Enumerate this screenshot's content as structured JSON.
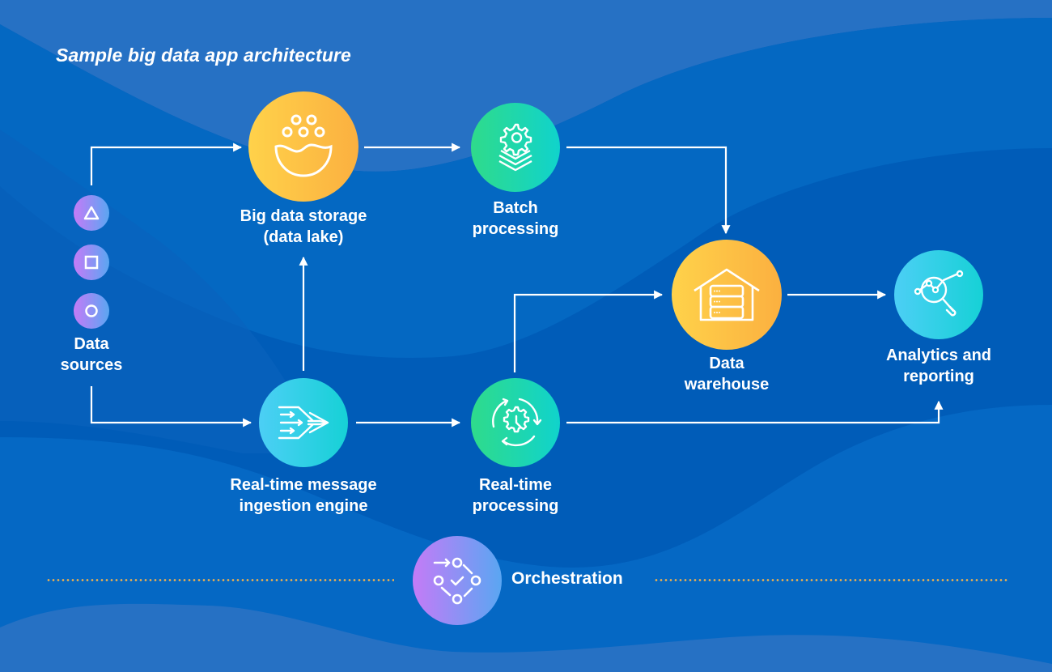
{
  "title": "Sample big data app architecture",
  "colors": {
    "background": "#0566c3",
    "wave_light": "#2671c4",
    "wave_dark": "#005cb8",
    "connector": "#ffffff",
    "dotted_line": "#f6b34c",
    "orange_gradient": [
      "#ffd24a",
      "#fbb040"
    ],
    "green_gradient": [
      "#2fdb8b",
      "#10d3cc"
    ],
    "cyan_gradient": [
      "#4ccff5",
      "#16d1d6"
    ],
    "purple_gradient": [
      "#c47bf7",
      "#5aa6f2"
    ]
  },
  "data_sources": {
    "label_line1": "Data",
    "label_line2": "sources",
    "icons": [
      "triangle-icon",
      "square-icon",
      "circle-icon"
    ]
  },
  "nodes": {
    "storage": {
      "label_line1": "Big data storage",
      "label_line2": "(data lake)",
      "icon": "data-lake-icon"
    },
    "batch": {
      "label_line1": "Batch",
      "label_line2": "processing",
      "icon": "batch-gear-layers-icon"
    },
    "ingestion": {
      "label_line1": "Real-time message",
      "label_line2": "ingestion engine",
      "icon": "ingestion-arrows-icon"
    },
    "realtime": {
      "label_line1": "Real-time",
      "label_line2": "processing",
      "icon": "realtime-gear-clock-icon"
    },
    "warehouse": {
      "label_line1": "Data",
      "label_line2": "warehouse",
      "icon": "warehouse-icon"
    },
    "analytics": {
      "label_line1": "Analytics and",
      "label_line2": "reporting",
      "icon": "analytics-magnifier-icon"
    },
    "orchestration": {
      "label": "Orchestration",
      "icon": "orchestration-workflow-icon"
    }
  },
  "edges": [
    {
      "from": "Data sources",
      "to": "Big data storage (data lake)"
    },
    {
      "from": "Data sources",
      "to": "Real-time message ingestion engine"
    },
    {
      "from": "Big data storage (data lake)",
      "to": "Batch processing"
    },
    {
      "from": "Batch processing",
      "to": "Data warehouse"
    },
    {
      "from": "Real-time message ingestion engine",
      "to": "Big data storage (data lake)"
    },
    {
      "from": "Real-time message ingestion engine",
      "to": "Real-time processing"
    },
    {
      "from": "Real-time processing",
      "to": "Data warehouse"
    },
    {
      "from": "Real-time processing",
      "to": "Analytics and reporting"
    },
    {
      "from": "Data warehouse",
      "to": "Analytics and reporting"
    }
  ]
}
